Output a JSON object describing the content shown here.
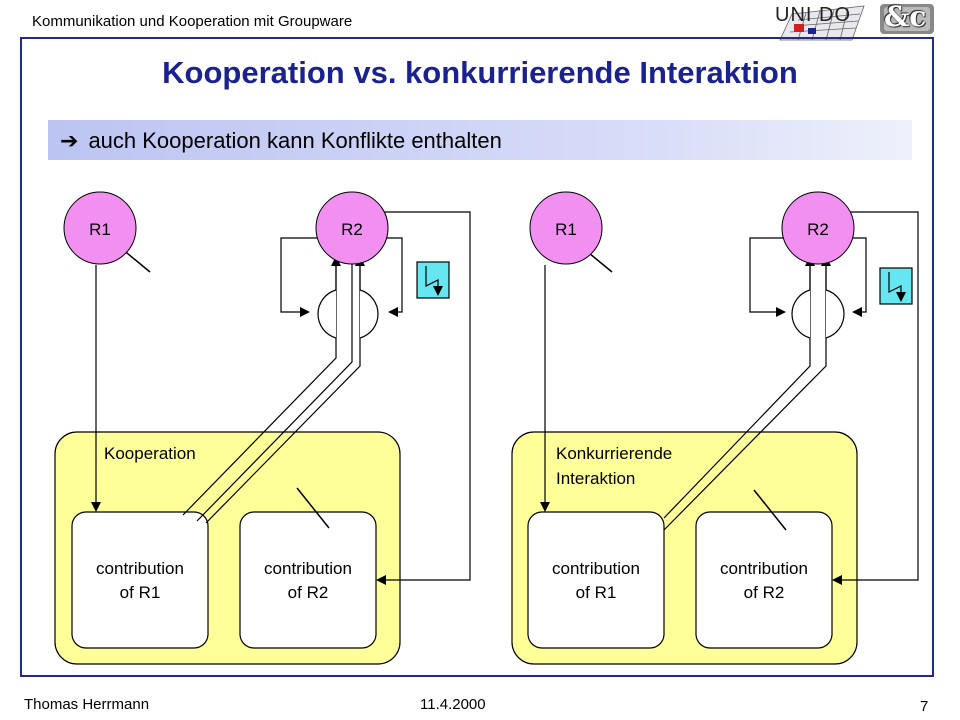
{
  "header": {
    "course_title": "Kommunikation und Kooperation mit Groupware",
    "logo_text": "UNI DO",
    "logo_amp": "&c"
  },
  "slide": {
    "title": "Kooperation vs. konkurrierende Interaktion",
    "subtitle_arrow": "➔",
    "subtitle": "auch Kooperation kann Konflikte enthalten"
  },
  "diagram": {
    "left": {
      "r1_label": "R1",
      "r2_label": "R2",
      "panel_label": "Kooperation",
      "box1_line1": "contribution",
      "box1_line2": "of R1",
      "box2_line1": "contribution",
      "box2_line2": "of R2"
    },
    "right": {
      "r1_label": "R1",
      "r2_label": "R2",
      "panel_label_line1": "Konkurrierende",
      "panel_label_line2": "Interaktion",
      "box1_line1": "contribution",
      "box1_line2": "of R1",
      "box2_line1": "contribution",
      "box2_line2": "of R2"
    },
    "colors": {
      "role_circle": "#f290f2",
      "panel": "#ffff99",
      "conflict_box": "#66e6f0",
      "title": "#1a2290"
    }
  },
  "footer": {
    "author": "Thomas Herrmann",
    "date": "11.4.2000",
    "page": "7"
  }
}
